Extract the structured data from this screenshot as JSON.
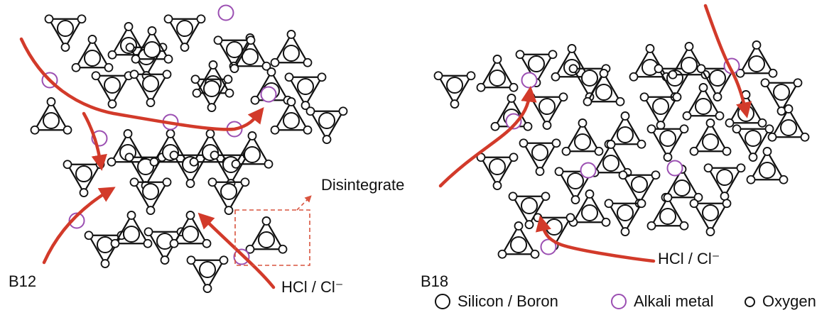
{
  "panels": {
    "left": {
      "label": "B12",
      "arrow_label": "HCl / Cl⁻",
      "callout": "Disintegrate"
    },
    "right": {
      "label": "B18",
      "arrow_label": "HCl / Cl⁻"
    }
  },
  "legend": [
    {
      "name": "Silicon / Boron",
      "swatch": "large-black-circle",
      "color": "#111111"
    },
    {
      "name": "Alkali metal",
      "swatch": "purple-circle",
      "color": "#9b4fb2"
    },
    {
      "name": "Oxygen",
      "swatch": "small-black-circle",
      "color": "#111111"
    }
  ],
  "colors": {
    "arrow": "#d23a2a",
    "callout_box": "#d9543f",
    "bond": "#111111",
    "alkali": "#9b4fb2"
  }
}
